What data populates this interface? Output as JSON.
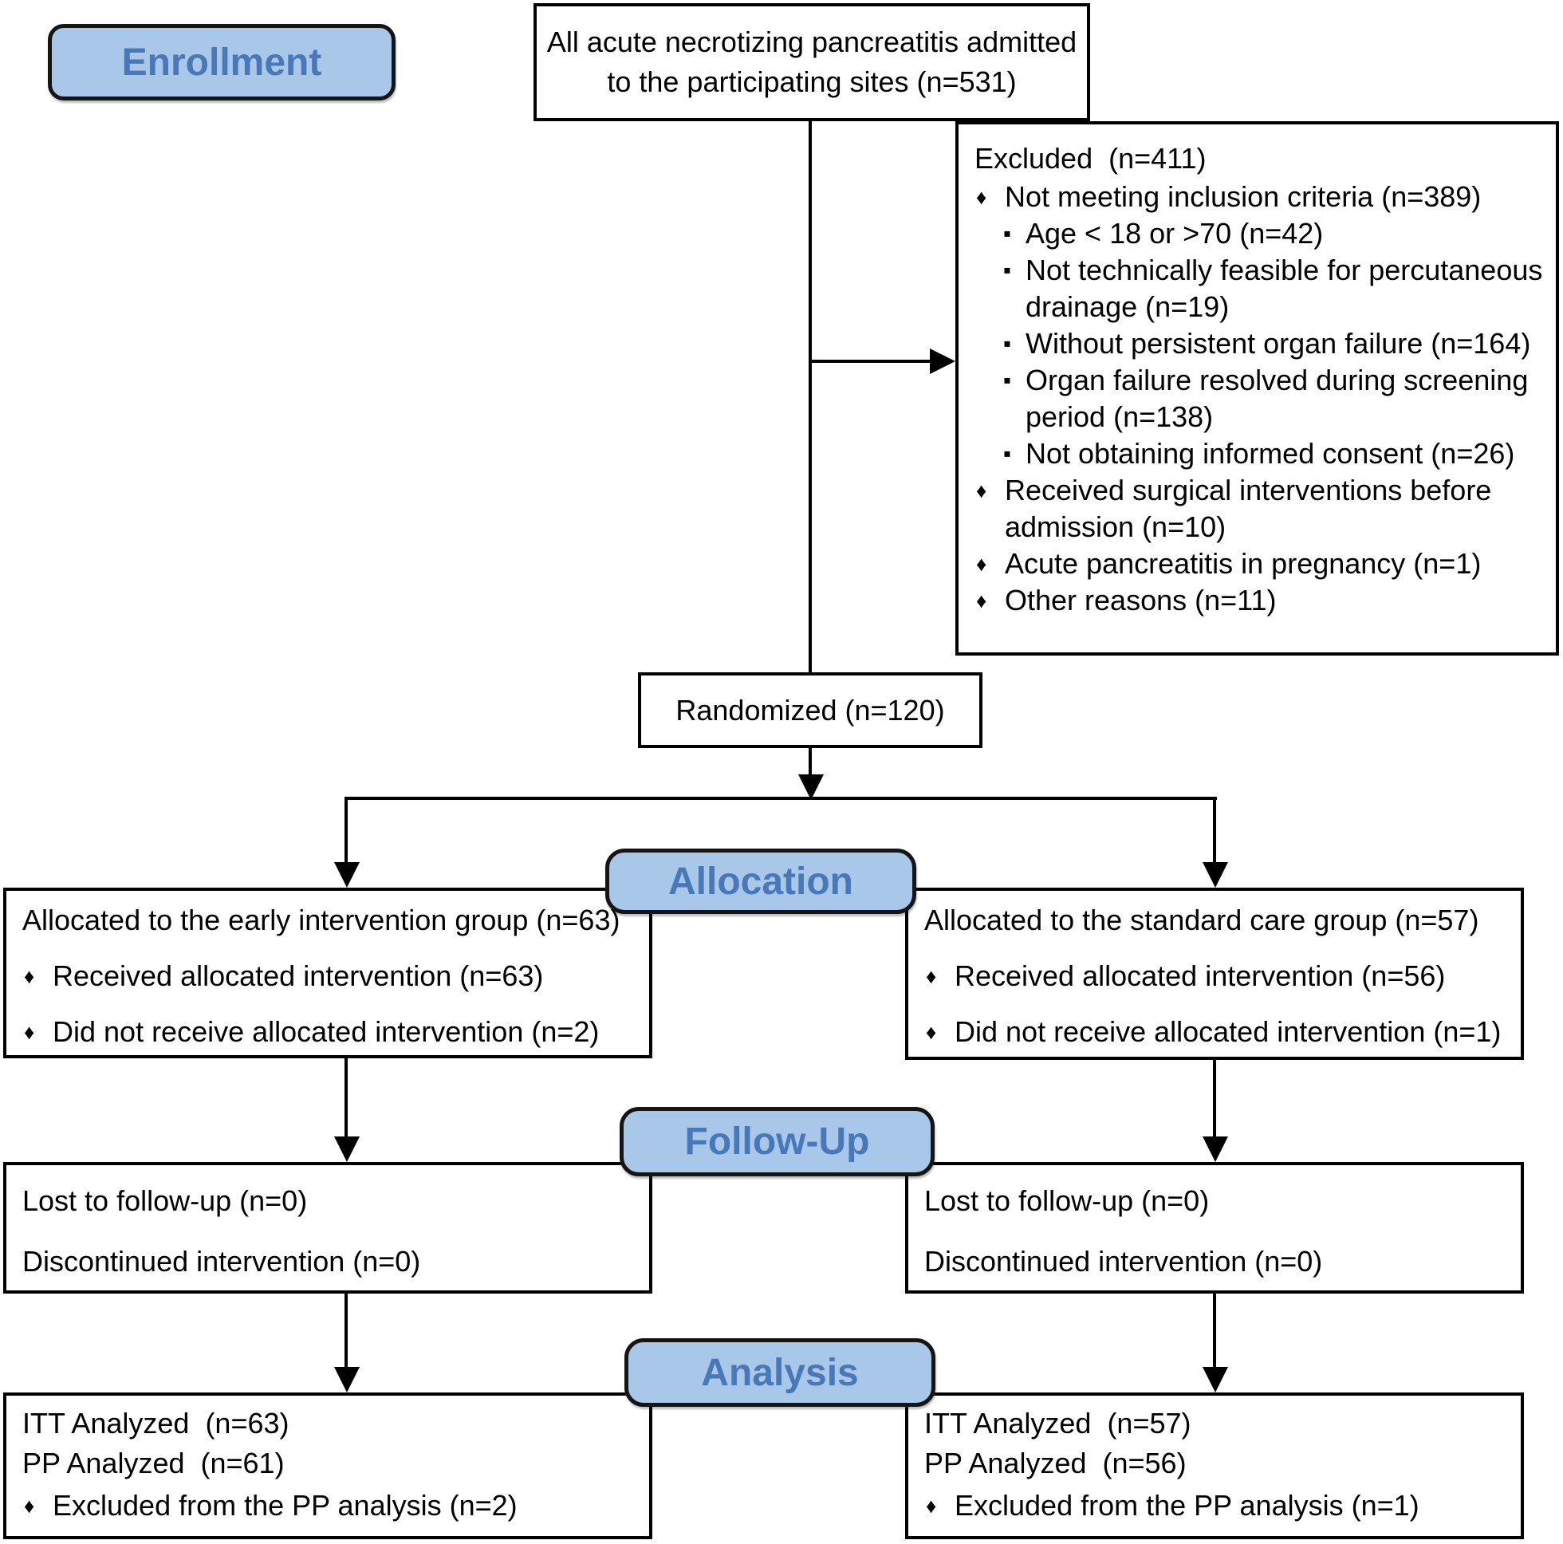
{
  "glyphs": {
    "diamond": "♦",
    "square": "▪"
  },
  "colors": {
    "pill-fill": "#a9c7e8",
    "pill-text": "#4878b8",
    "box-border": "#000000",
    "line": "#000000"
  },
  "stages": {
    "enrollment": "Enrollment",
    "allocation": "Allocation",
    "followup": "Follow-Up",
    "analysis": "Analysis"
  },
  "admitted": {
    "line1": "All acute necrotizing pancreatitis admitted",
    "line2": "to the participating sites (n=531)"
  },
  "excluded": {
    "title": "Excluded  (n=411)",
    "items": [
      {
        "level": 1,
        "text": "Not meeting inclusion criteria (n=389)"
      },
      {
        "level": 2,
        "text": "Age < 18 or >70 (n=42)"
      },
      {
        "level": 2,
        "text": "Not technically feasible for percutaneous drainage (n=19)"
      },
      {
        "level": 2,
        "text": "Without persistent organ failure (n=164)"
      },
      {
        "level": 2,
        "text": "Organ failure resolved during screening period (n=138)"
      },
      {
        "level": 2,
        "text": "Not obtaining informed consent (n=26)"
      },
      {
        "level": 1,
        "text": "Received surgical interventions before admission (n=10)"
      },
      {
        "level": 1,
        "text": "Acute pancreatitis in pregnancy (n=1)"
      },
      {
        "level": 1,
        "text": "Other reasons (n=11)"
      }
    ]
  },
  "randomized": {
    "label": "Randomized (n=120)"
  },
  "allocation_left": {
    "title": "Allocated to the early intervention group (n=63)",
    "bullets": [
      "Received allocated intervention (n=63)",
      "Did not receive allocated intervention (n=2)"
    ]
  },
  "allocation_right": {
    "title": "Allocated to the standard care group (n=57)",
    "bullets": [
      "Received allocated intervention (n=56)",
      "Did not receive allocated intervention (n=1)"
    ]
  },
  "followup_left": {
    "lines": [
      "Lost to follow-up (n=0)",
      "Discontinued intervention (n=0)"
    ]
  },
  "followup_right": {
    "lines": [
      "Lost to follow-up (n=0)",
      "Discontinued intervention (n=0)"
    ]
  },
  "analysis_left": {
    "lines": [
      "ITT Analyzed  (n=63)",
      "PP Analyzed  (n=61)"
    ],
    "bullets": [
      "Excluded from the PP analysis (n=2)"
    ]
  },
  "analysis_right": {
    "lines": [
      "ITT Analyzed  (n=57)",
      "PP Analyzed  (n=56)"
    ],
    "bullets": [
      "Excluded from the PP analysis (n=1)"
    ]
  }
}
